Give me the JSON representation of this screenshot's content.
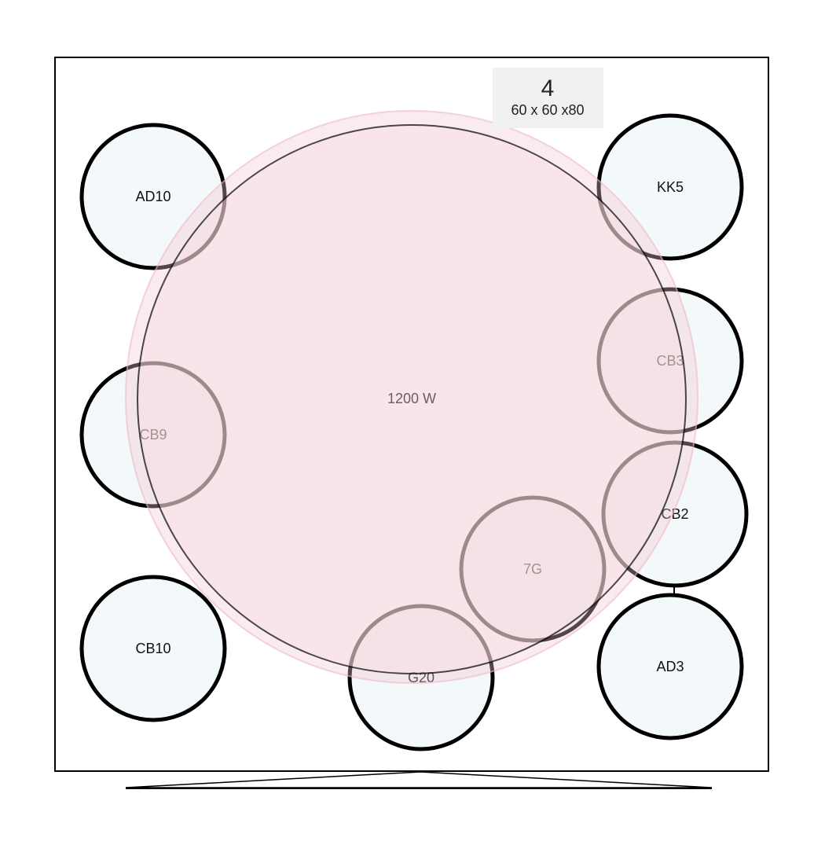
{
  "header": {
    "number": "4",
    "dimensions": "60 x 60 x80"
  },
  "center": {
    "label": "1200 W"
  },
  "slots": {
    "ad10": "AD10",
    "kk5": "KK5",
    "cb3": "CB3",
    "cb9": "CB9",
    "cb2": "CB2",
    "g7": "7G",
    "cb10": "CB10",
    "ad3": "AD3",
    "g20": "G20"
  },
  "colors": {
    "slot_fill": "#f3f8fb",
    "center_fill": "#f8dde3",
    "center_halo": "#f2c5cf",
    "stroke": "#000000",
    "header_box": "#f1f1f1"
  }
}
